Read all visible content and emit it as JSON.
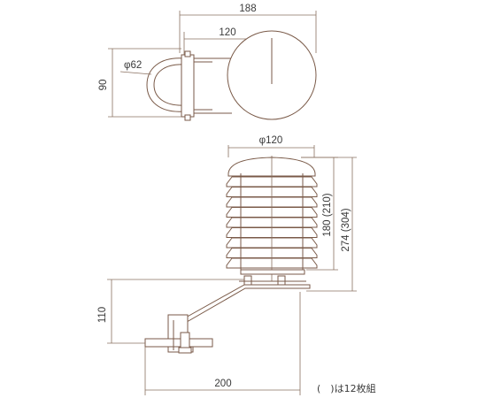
{
  "top_view": {
    "overall_width": "188",
    "shield_offset": "120",
    "pipe_diameter": "φ62",
    "depth": "90"
  },
  "side_view": {
    "shield_diameter": "φ120",
    "shield_height": "180 (210)",
    "total_height": "274 (304)",
    "bracket_height": "110",
    "bracket_length": "200"
  },
  "note": "(　)は12枚組"
}
